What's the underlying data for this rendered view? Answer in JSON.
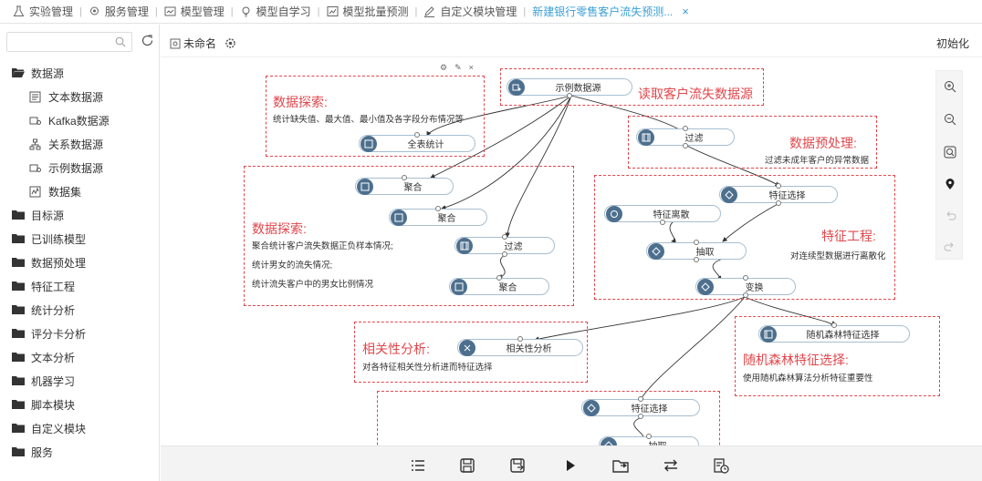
{
  "topnav": {
    "items": [
      {
        "label": "实验管理",
        "icon": "flask-icon"
      },
      {
        "label": "服务管理",
        "icon": "service-icon"
      },
      {
        "label": "模型管理",
        "icon": "model-icon"
      },
      {
        "label": "模型自学习",
        "icon": "bulb-icon"
      },
      {
        "label": "模型批量预测",
        "icon": "chart-icon"
      },
      {
        "label": "自定义模块管理",
        "icon": "edit-icon"
      }
    ],
    "active_tab": "新建银行零售客户流失预测...",
    "close": "×"
  },
  "sidebar": {
    "search_placeholder": "",
    "tree": [
      {
        "label": "数据源",
        "level": 0,
        "icon": "folder-open-icon"
      },
      {
        "label": "文本数据源",
        "level": 1,
        "icon": "text-file-icon"
      },
      {
        "label": "Kafka数据源",
        "level": 1,
        "icon": "kafka-icon"
      },
      {
        "label": "关系数据源",
        "level": 1,
        "icon": "relation-icon"
      },
      {
        "label": "示例数据源",
        "level": 1,
        "icon": "sample-data-icon"
      },
      {
        "label": "数据集",
        "level": 1,
        "icon": "dataset-icon"
      },
      {
        "label": "目标源",
        "level": 0,
        "icon": "folder-icon"
      },
      {
        "label": "已训练模型",
        "level": 0,
        "icon": "folder-icon"
      },
      {
        "label": "数据预处理",
        "level": 0,
        "icon": "folder-icon"
      },
      {
        "label": "特征工程",
        "level": 0,
        "icon": "folder-icon"
      },
      {
        "label": "统计分析",
        "level": 0,
        "icon": "folder-icon"
      },
      {
        "label": "评分卡分析",
        "level": 0,
        "icon": "folder-icon"
      },
      {
        "label": "文本分析",
        "level": 0,
        "icon": "folder-icon"
      },
      {
        "label": "机器学习",
        "level": 0,
        "icon": "folder-icon"
      },
      {
        "label": "脚本模块",
        "level": 0,
        "icon": "folder-icon"
      },
      {
        "label": "自定义模块",
        "level": 0,
        "icon": "folder-icon"
      },
      {
        "label": "服务",
        "level": 0,
        "icon": "folder-icon"
      }
    ]
  },
  "subbar": {
    "experiment_name": "未命名",
    "init_label": "初始化"
  },
  "canvas": {
    "groups": [
      {
        "title": "数据探索:",
        "desc": [
          "统计缺失值、最大值、最小值及各字段分布情况等"
        ]
      },
      {
        "title": "读取客户流失数据源",
        "desc": []
      },
      {
        "title": "数据预处理:",
        "desc": [
          "过滤未成年客户的异常数据"
        ]
      },
      {
        "title": "数据探索:",
        "desc": [
          "聚合统计客户流失数据正负样本情况;",
          "统计男女的流失情况;",
          "统计流失客户中的男女比例情况"
        ]
      },
      {
        "title": "特征工程:",
        "desc": [
          "对连续型数据进行离散化"
        ]
      },
      {
        "title": "相关性分析:",
        "desc": [
          "对各特征相关性分析进而特征选择"
        ]
      },
      {
        "title": "随机森林特征选择:",
        "desc": [
          "使用随机森林算法分析特征重要性"
        ]
      }
    ],
    "nodes": [
      {
        "id": "src",
        "label": "示例数据源"
      },
      {
        "id": "fullstat",
        "label": "全表统计"
      },
      {
        "id": "filter1",
        "label": "过滤"
      },
      {
        "id": "agg1",
        "label": "聚合"
      },
      {
        "id": "agg2",
        "label": "聚合"
      },
      {
        "id": "filter2",
        "label": "过滤"
      },
      {
        "id": "agg3",
        "label": "聚合"
      },
      {
        "id": "featsel1",
        "label": "特征选择"
      },
      {
        "id": "discretize",
        "label": "特征离散"
      },
      {
        "id": "extract1",
        "label": "抽取"
      },
      {
        "id": "transform",
        "label": "变换"
      },
      {
        "id": "corr",
        "label": "相关性分析"
      },
      {
        "id": "rf",
        "label": "随机森林特征选择"
      },
      {
        "id": "featsel2",
        "label": "特征选择"
      },
      {
        "id": "extract2",
        "label": "抽取"
      }
    ]
  },
  "zoom_panel": [
    "zoom-in-icon",
    "zoom-out-icon",
    "fit-icon",
    "locate-icon",
    "undo-icon",
    "redo-icon"
  ],
  "bottom_toolbar": [
    "list-icon",
    "save-icon",
    "save-as-icon",
    "run-icon",
    "import-icon",
    "switch-icon",
    "schedule-icon"
  ],
  "colors": {
    "accent": "#3ba0d6",
    "group_border": "#e0474c",
    "node_badge": "#4d6f8e"
  }
}
